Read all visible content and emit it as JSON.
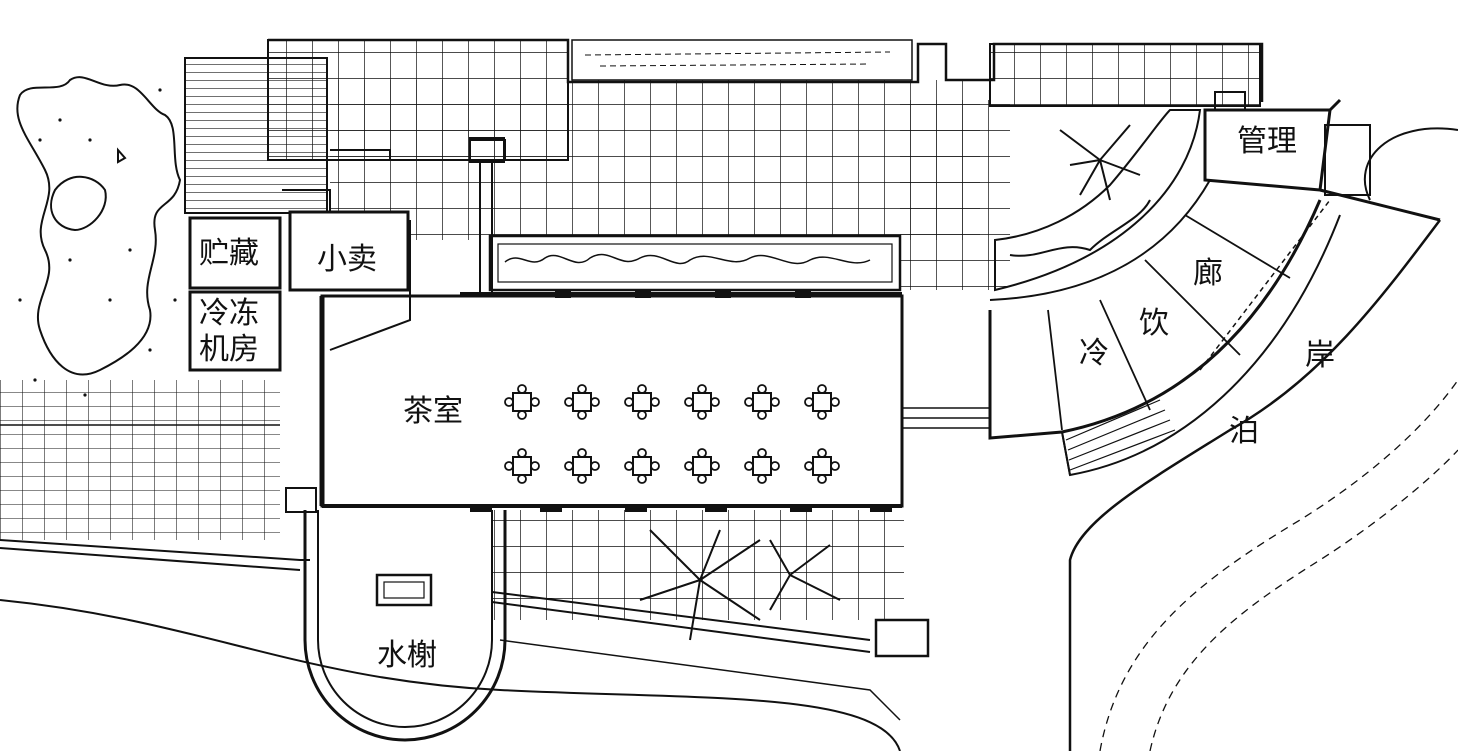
{
  "plan": {
    "labels": {
      "storage": "贮藏",
      "kiosk": "小卖",
      "refrigeration_room_line1": "冷冻",
      "refrigeration_room_line2": "机房",
      "tea_room": "茶室",
      "waterside_pavilion": "水榭",
      "management": "管理",
      "corridor_char_leng": "冷",
      "corridor_char_yin": "饮",
      "corridor_char_lang": "廊",
      "mooring_char_bo": "泊",
      "mooring_char_an": "岸"
    },
    "tables": {
      "rows": 2,
      "per_row": 6
    },
    "colors": {
      "ink": "#111111",
      "paper": "#ffffff"
    }
  }
}
